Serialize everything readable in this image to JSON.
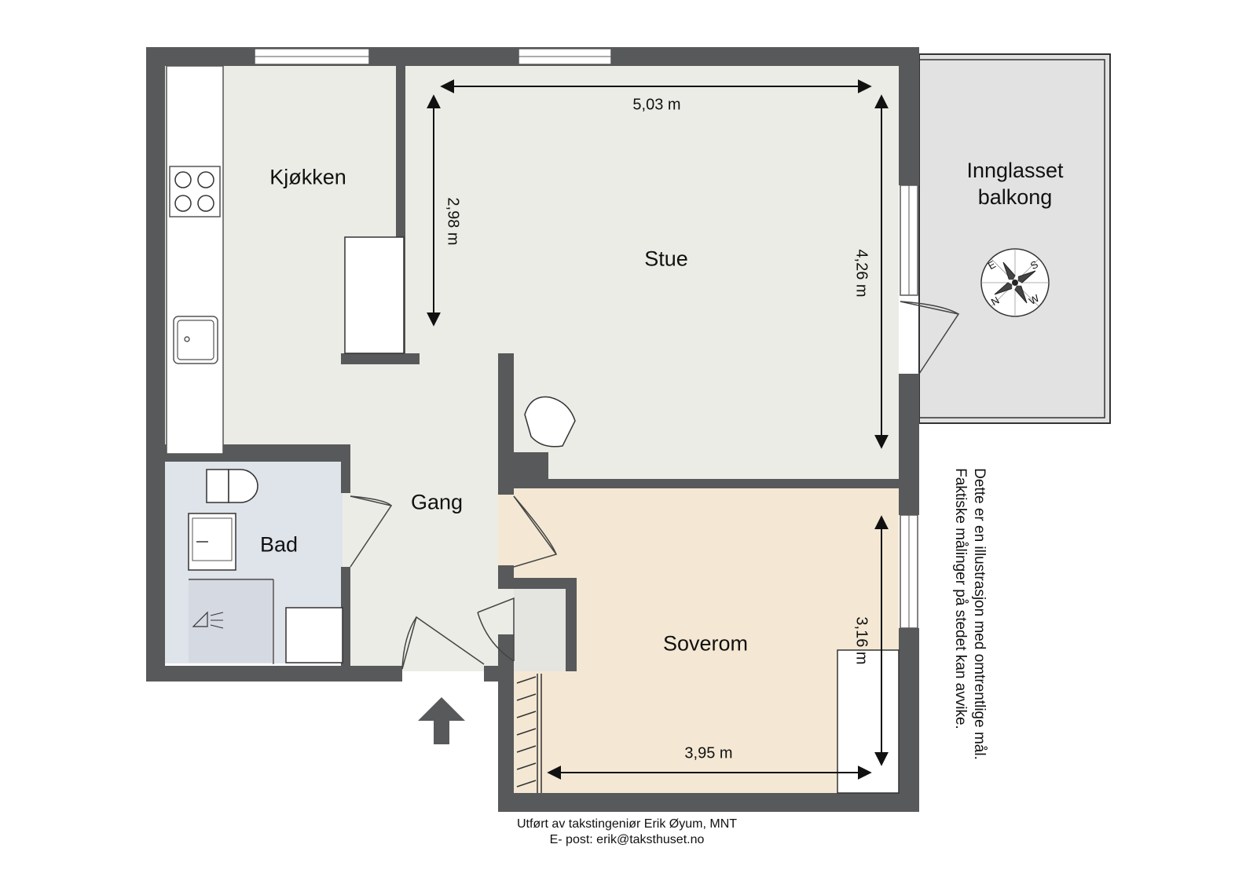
{
  "rooms": {
    "kitchen": "Kjøkken",
    "living": "Stue",
    "balcony": [
      "Innglasset",
      "balkong"
    ],
    "hall": "Gang",
    "bath": "Bad",
    "bedroom": "Soverom"
  },
  "dimensions": {
    "living_width": "5,03 m",
    "living_depth_left": "2,98 m",
    "living_depth_right": "4,26 m",
    "bedroom_depth": "3,16 m",
    "bedroom_width": "3,95 m"
  },
  "compass": {
    "letters": [
      "E",
      "S",
      "N",
      "W"
    ]
  },
  "disclaimer": [
    "Dette er en illustrasjon med omtrentlige mål.",
    "Faktiske målinger på stedet kan avvike."
  ],
  "credit": [
    "Utført av takstingeniør Erik Øyum, MNT",
    "E- post: erik@taksthuset.no"
  ],
  "colors": {
    "wall": "#58595b",
    "floor": "#ecece6",
    "bath_floor": "#dfe3ea",
    "bedroom_floor": "#f4e8d4",
    "balcony_floor": "#e2e2e2"
  }
}
